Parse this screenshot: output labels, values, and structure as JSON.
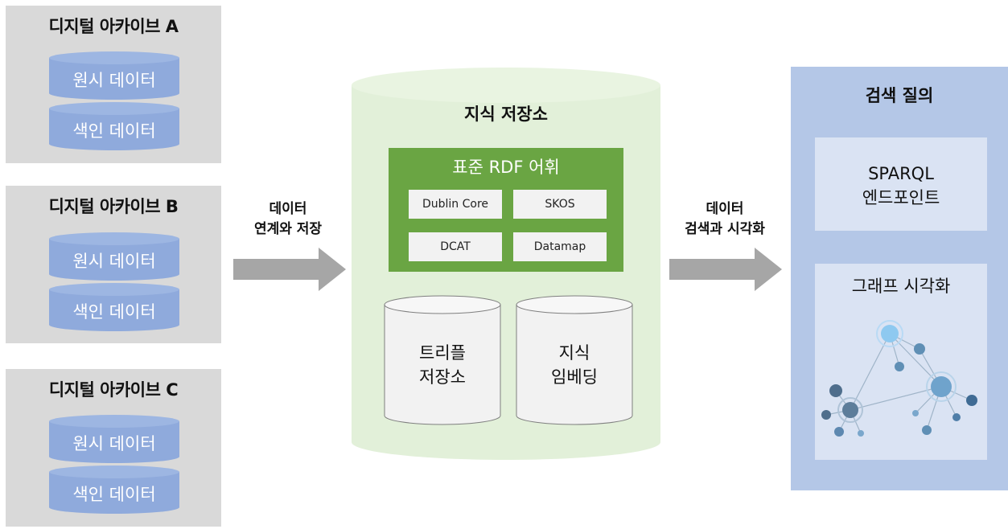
{
  "archives": [
    {
      "title": "디지털 아카이브 A",
      "raw": "원시 데이터",
      "index": "색인 데이터"
    },
    {
      "title": "디지털 아카이브 B",
      "raw": "원시 데이터",
      "index": "색인 데이터"
    },
    {
      "title": "디지털 아카이브 C",
      "raw": "원시 데이터",
      "index": "색인 데이터"
    }
  ],
  "arrow1": {
    "line1": "데이터",
    "line2": "연계와 저장"
  },
  "store": {
    "title": "지식 저장소",
    "vocab": {
      "title": "표준 RDF 어휘",
      "items": [
        "Dublin Core",
        "SKOS",
        "DCAT",
        "Datamap"
      ]
    },
    "triple": {
      "line1": "트리플",
      "line2": "저장소"
    },
    "embedding": {
      "line1": "지식",
      "line2": "임베딩"
    }
  },
  "arrow2": {
    "line1": "데이터",
    "line2": "검색과 시각화"
  },
  "query": {
    "title": "검색 질의",
    "endpoint": {
      "line1": "SPARQL",
      "line2": "엔드포인트"
    },
    "viz": {
      "title": "그래프 시각화"
    }
  },
  "colors": {
    "archive_bg": "#d9d9d9",
    "disk": "#8faadc",
    "store_bg": "#e2f0d9",
    "vocab_bg": "#6aa543",
    "query_bg": "#b4c7e7",
    "inner_bg": "#dae3f3",
    "arrow": "#a6a6a6"
  }
}
